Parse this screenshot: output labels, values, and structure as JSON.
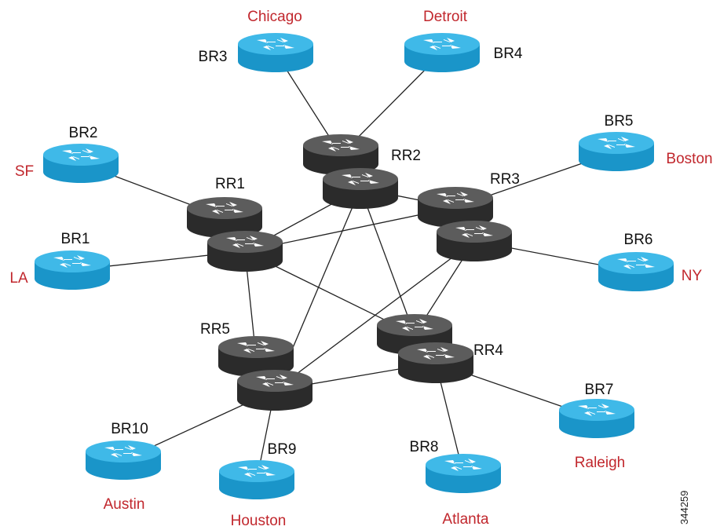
{
  "colors": {
    "border_router_top": "#3fb9e8",
    "border_router_side": "#1a95c9",
    "route_reflector_top": "#5c5c5c",
    "route_reflector_side": "#2b2b2b",
    "link": "#222222",
    "router_label": "#111111",
    "city_label": "#c1272d"
  },
  "figure_id": "344259",
  "border_routers": [
    {
      "key": "br1",
      "name": "BR1",
      "city": "LA"
    },
    {
      "key": "br2",
      "name": "BR2",
      "city": "SF"
    },
    {
      "key": "br3",
      "name": "BR3",
      "city": "Chicago"
    },
    {
      "key": "br4",
      "name": "BR4",
      "city": "Detroit"
    },
    {
      "key": "br5",
      "name": "BR5",
      "city": "Boston"
    },
    {
      "key": "br6",
      "name": "BR6",
      "city": "NY"
    },
    {
      "key": "br7",
      "name": "BR7",
      "city": "Raleigh"
    },
    {
      "key": "br8",
      "name": "BR8",
      "city": "Atlanta"
    },
    {
      "key": "br9",
      "name": "BR9",
      "city": "Houston"
    },
    {
      "key": "br10",
      "name": "BR10",
      "city": "Austin"
    }
  ],
  "route_reflectors": [
    {
      "key": "rr1",
      "name": "RR1"
    },
    {
      "key": "rr2",
      "name": "RR2"
    },
    {
      "key": "rr3",
      "name": "RR3"
    },
    {
      "key": "rr4",
      "name": "RR4"
    },
    {
      "key": "rr5",
      "name": "RR5"
    }
  ],
  "links": [
    [
      "br3",
      "rr2a"
    ],
    [
      "br4",
      "rr2a"
    ],
    [
      "br2",
      "rr1a"
    ],
    [
      "br1",
      "rr1b"
    ],
    [
      "br5",
      "rr3a"
    ],
    [
      "br6",
      "rr3b"
    ],
    [
      "br10",
      "rr5b"
    ],
    [
      "br9",
      "rr5b"
    ],
    [
      "br8",
      "rr4b"
    ],
    [
      "br7",
      "rr4b"
    ],
    [
      "rr1b",
      "rr2b"
    ],
    [
      "rr1b",
      "rr3a"
    ],
    [
      "rr1b",
      "rr4a"
    ],
    [
      "rr1b",
      "rr5a"
    ],
    [
      "rr2b",
      "rr3a"
    ],
    [
      "rr2b",
      "rr4a"
    ],
    [
      "rr2b",
      "rr5b"
    ],
    [
      "rr3b",
      "rr4a"
    ],
    [
      "rr3b",
      "rr5b"
    ],
    [
      "rr5b",
      "rr4b"
    ]
  ]
}
